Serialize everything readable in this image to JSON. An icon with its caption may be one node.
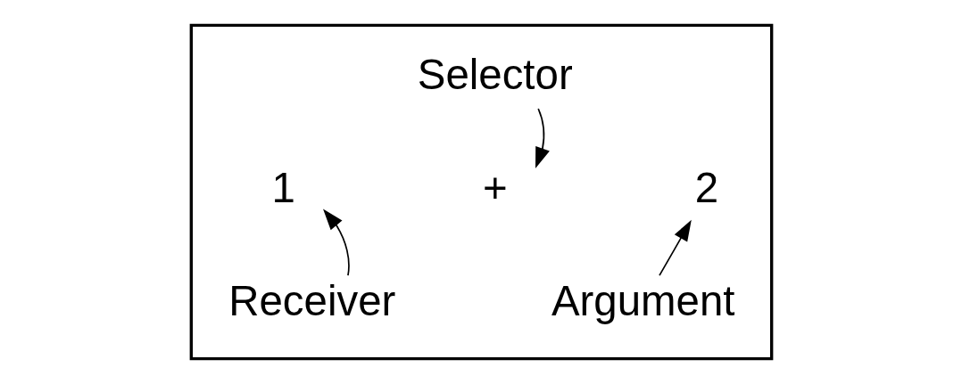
{
  "diagram": {
    "nodes": [
      {
        "text": [],
        "shape": "box"
      },
      {
        "text": [
          "Selector"
        ],
        "in": 0
      },
      {
        "text": [
          "1"
        ],
        "in": 0
      },
      {
        "text": [
          "+"
        ],
        "in": 0
      },
      {
        "text": [
          "2"
        ],
        "in": 0
      },
      {
        "text": [
          "Receiver"
        ],
        "in": 0
      },
      {
        "text": [
          "Argument"
        ],
        "in": 0
      }
    ],
    "edges": [
      {
        "from": 1,
        "to": 3,
        "arrow": "to"
      },
      {
        "from": 5,
        "to": 2,
        "arrow": "to"
      },
      {
        "from": 6,
        "to": 4,
        "arrow": "to"
      }
    ]
  }
}
